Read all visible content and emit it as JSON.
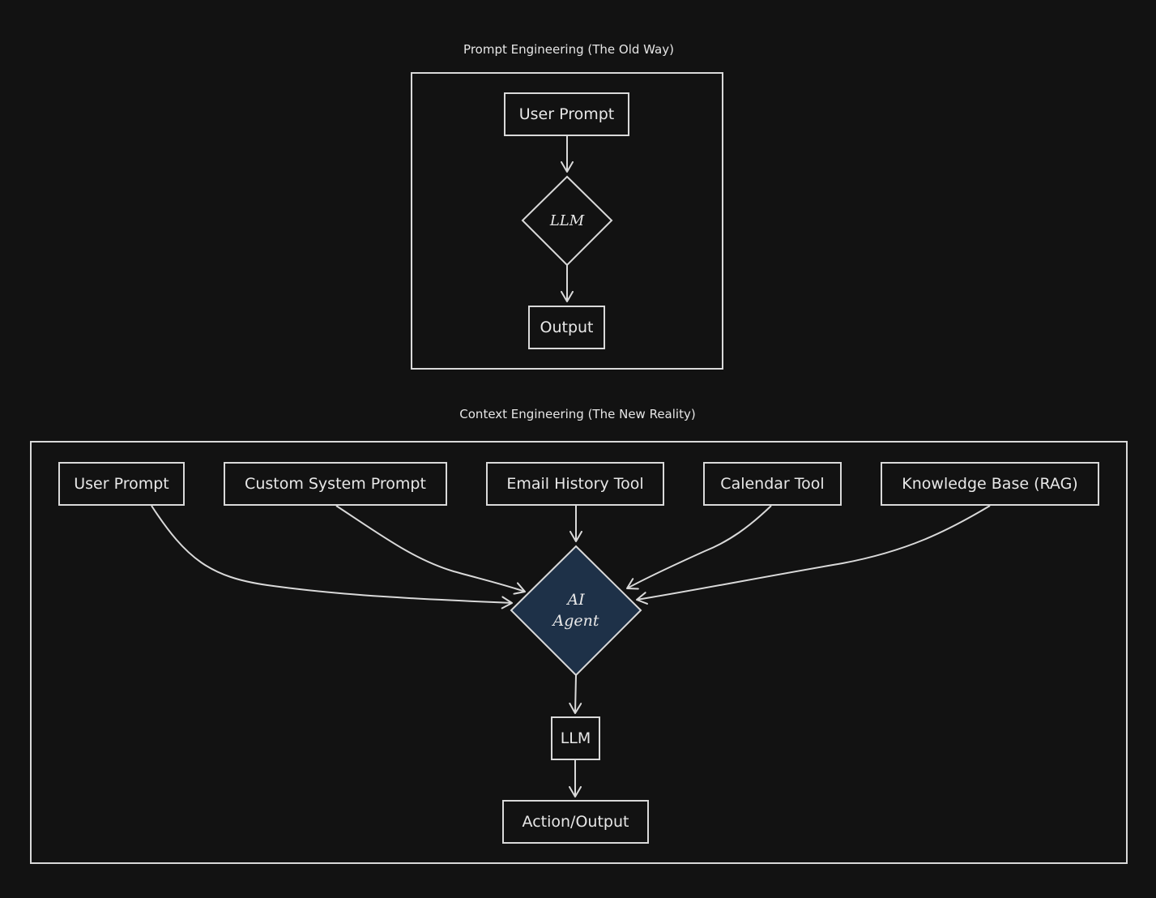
{
  "colors": {
    "background": "#121212",
    "stroke": "#d9d9d9",
    "text": "#e8e8e8",
    "agent_fill": "#1e3148"
  },
  "old_way": {
    "title": "Prompt Engineering (The Old Way)",
    "user_prompt": "User Prompt",
    "llm": "LLM",
    "output": "Output"
  },
  "new_reality": {
    "title": "Context Engineering (The New Reality)",
    "inputs": [
      "User Prompt",
      "Custom System Prompt",
      "Email History Tool",
      "Calendar Tool",
      "Knowledge Base (RAG)"
    ],
    "agent_line1": "AI",
    "agent_line2": "Agent",
    "llm": "LLM",
    "action_output": "Action/Output"
  }
}
